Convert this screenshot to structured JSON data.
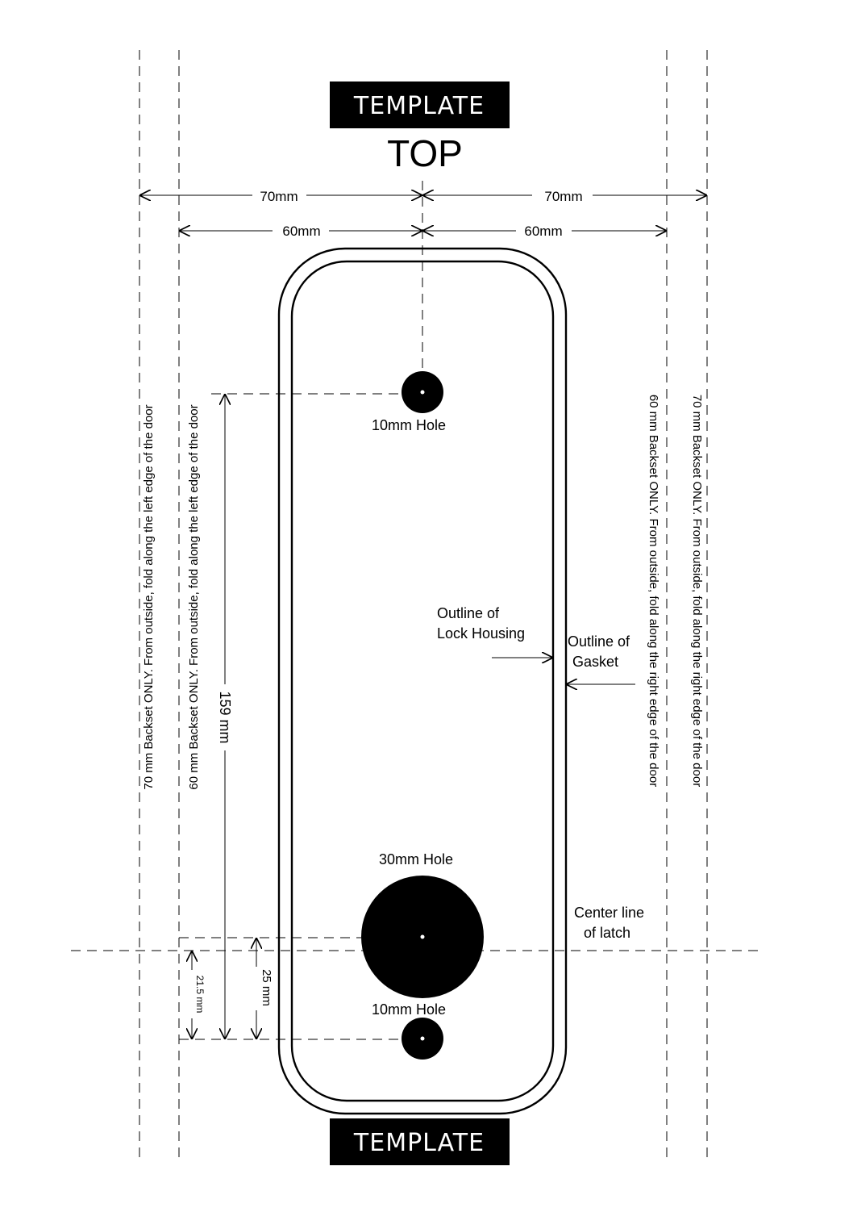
{
  "banners": {
    "top": "TEMPLATE",
    "bottom": "TEMPLATE"
  },
  "orientation_label": "TOP",
  "dimensions": {
    "outer_left": "70mm",
    "outer_right": "70mm",
    "inner_left": "60mm",
    "inner_right": "60mm",
    "vertical_span": "159 mm",
    "latch_offset": "25 mm",
    "lower_offset": "21.5 mm"
  },
  "holes": {
    "upper": "10mm Hole",
    "middle": "30mm Hole",
    "lower": "10mm Hole"
  },
  "callouts": {
    "housing_line1": "Outline of",
    "housing_line2": "Lock Housing",
    "gasket_line1": "Outline of",
    "gasket_line2": "Gasket",
    "latch_line1": "Center line",
    "latch_line2": "of latch"
  },
  "fold_notes": {
    "left_70": "70 mm Backset ONLY. From outside, fold along the left edge of the door",
    "left_60": "60 mm Backset ONLY. From outside, fold along the left edge of the door",
    "right_60": "60 mm Backset ONLY. From outside, fold along the right edge of the door",
    "right_70": "70 mm Backset ONLY. From outside, fold along the right edge of the door"
  },
  "colors": {
    "ink": "#000000",
    "paper": "#ffffff"
  }
}
